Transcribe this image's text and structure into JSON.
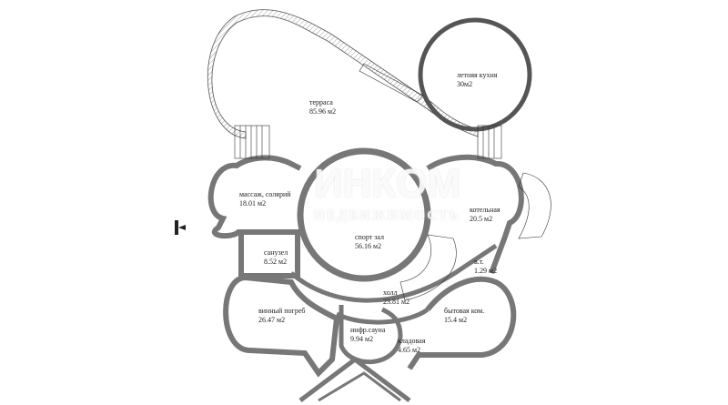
{
  "plan": {
    "rooms": [
      {
        "id": "terrace",
        "name": "терраса",
        "area": "85.96 м2"
      },
      {
        "id": "summer-kitchen",
        "name": "летняя кухня",
        "area": "30м2"
      },
      {
        "id": "massage",
        "name": "массаж, солярий",
        "area": "18.01 м2"
      },
      {
        "id": "gym",
        "name": "спорт зал",
        "area": "56.16 м2"
      },
      {
        "id": "boiler",
        "name": "котельная",
        "area": "20.5 м2"
      },
      {
        "id": "bathroom",
        "name": "санузел",
        "area": "8.52 м2"
      },
      {
        "id": "utility-small",
        "name": "в.т.",
        "area": "1.29 м2"
      },
      {
        "id": "hall",
        "name": "холл",
        "area": "23.81 м2"
      },
      {
        "id": "wine-cellar",
        "name": "винный погреб",
        "area": "26.47 м2"
      },
      {
        "id": "sauna",
        "name": "инфр.сауна",
        "area": "9.94 м2"
      },
      {
        "id": "storage",
        "name": "кладовая",
        "area": "4.65 м2"
      },
      {
        "id": "laundry",
        "name": "бытовая ком.",
        "area": "15.4 м2"
      }
    ],
    "watermark": {
      "brand": "ИНКОМ",
      "subtitle": "НЕДВИЖИМОСТЬ"
    },
    "colors": {
      "wall": "#555555",
      "hatch": "#888888"
    }
  }
}
